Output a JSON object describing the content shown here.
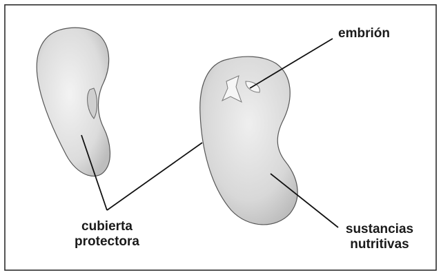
{
  "labels": {
    "embryo": "embrión",
    "cover_line1": "cubierta",
    "cover_line2": "protectora",
    "nutrients_line1": "sustancias",
    "nutrients_line2": "nutritivas"
  },
  "colors": {
    "frame": "#2b2b2b",
    "seed_fill": "#e2e2e2",
    "seed_outline": "#555555",
    "leader_line": "#111111",
    "text": "#1a1a1a"
  }
}
